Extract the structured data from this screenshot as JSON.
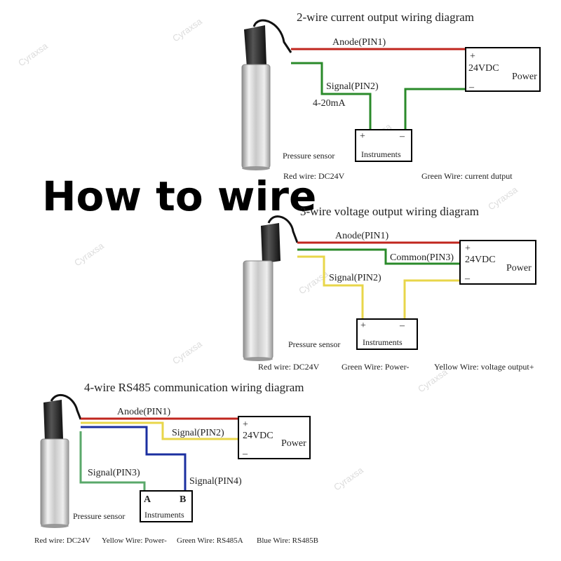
{
  "headline": "How to wire",
  "watermark": "Cyraxsa",
  "colors": {
    "red": "#c0261e",
    "green": "#2a8a2a",
    "yellow": "#e8d64a",
    "blue": "#1b2fa0",
    "lightgreen": "#5aa86a"
  },
  "diagram1": {
    "title": "2-wire current output wiring diagram",
    "anode": "Anode(PIN1)",
    "signal": "Signal(PIN2)",
    "current": "4-20mA",
    "power_plus": "+",
    "power_voltage": "24VDC",
    "power_label": "Power",
    "power_minus": "–",
    "inst_plus": "+",
    "inst_minus": "–",
    "inst_label": "Instruments",
    "sensor_label": "Pressure sensor",
    "red_wire": "Red wire: DC24V",
    "green_wire": "Green Wire: current dutput"
  },
  "diagram2": {
    "title": "3-wire voltage output wiring diagram",
    "anode": "Anode(PIN1)",
    "common": "Common(PIN3)",
    "signal": "Signal(PIN2)",
    "power_plus": "+",
    "power_voltage": "24VDC",
    "power_label": "Power",
    "power_minus": "–",
    "inst_plus": "+",
    "inst_minus": "–",
    "inst_label": "Instruments",
    "sensor_label": "Pressure sensor",
    "red_wire": "Red wire: DC24V",
    "green_wire": "Green Wire: Power-",
    "yellow_wire": "Yellow Wire: voltage output+"
  },
  "diagram3": {
    "title": "4-wire RS485 communication wiring diagram",
    "anode": "Anode(PIN1)",
    "signal2": "Signal(PIN2)",
    "signal3": "Signal(PIN3)",
    "signal4": "Signal(PIN4)",
    "power_plus": "+",
    "power_voltage": "24VDC",
    "power_label": "Power",
    "power_minus": "–",
    "inst_a": "A",
    "inst_b": "B",
    "inst_label": "Instruments",
    "sensor_label": "Pressure sensor",
    "red_wire": "Red wire: DC24V",
    "yellow_wire": "Yellow Wire: Power-",
    "green_wire": "Green Wire: RS485A",
    "blue_wire": "Blue Wire: RS485B"
  }
}
